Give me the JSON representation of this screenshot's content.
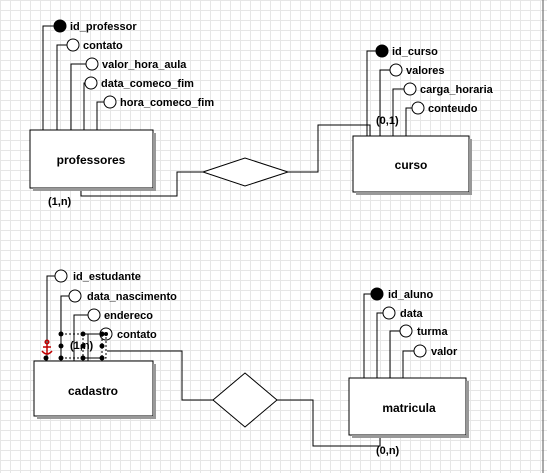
{
  "entities": {
    "professores": {
      "name": "professores",
      "attributes": [
        "id_professor",
        "contato",
        "valor_hora_aula",
        "data_comeco_fim",
        "hora_comeco_fim"
      ],
      "key": "id_professor"
    },
    "curso": {
      "name": "curso",
      "attributes": [
        "id_curso",
        "valores",
        "carga_horaria",
        "conteudo"
      ],
      "key": "id_curso"
    },
    "cadastro": {
      "name": "cadastro",
      "attributes": [
        "id_estudante",
        "data_nascimento",
        "endereco",
        "contato"
      ]
    },
    "matricula": {
      "name": "matricula",
      "attributes": [
        "id_aluno",
        "data",
        "turma",
        "valor"
      ],
      "key": "id_aluno"
    }
  },
  "cardinalities": {
    "professores_side": "(1,n)",
    "curso_side": "(0,1)",
    "cadastro_side": "(1,n)",
    "matricula_side": "(0,n)"
  }
}
